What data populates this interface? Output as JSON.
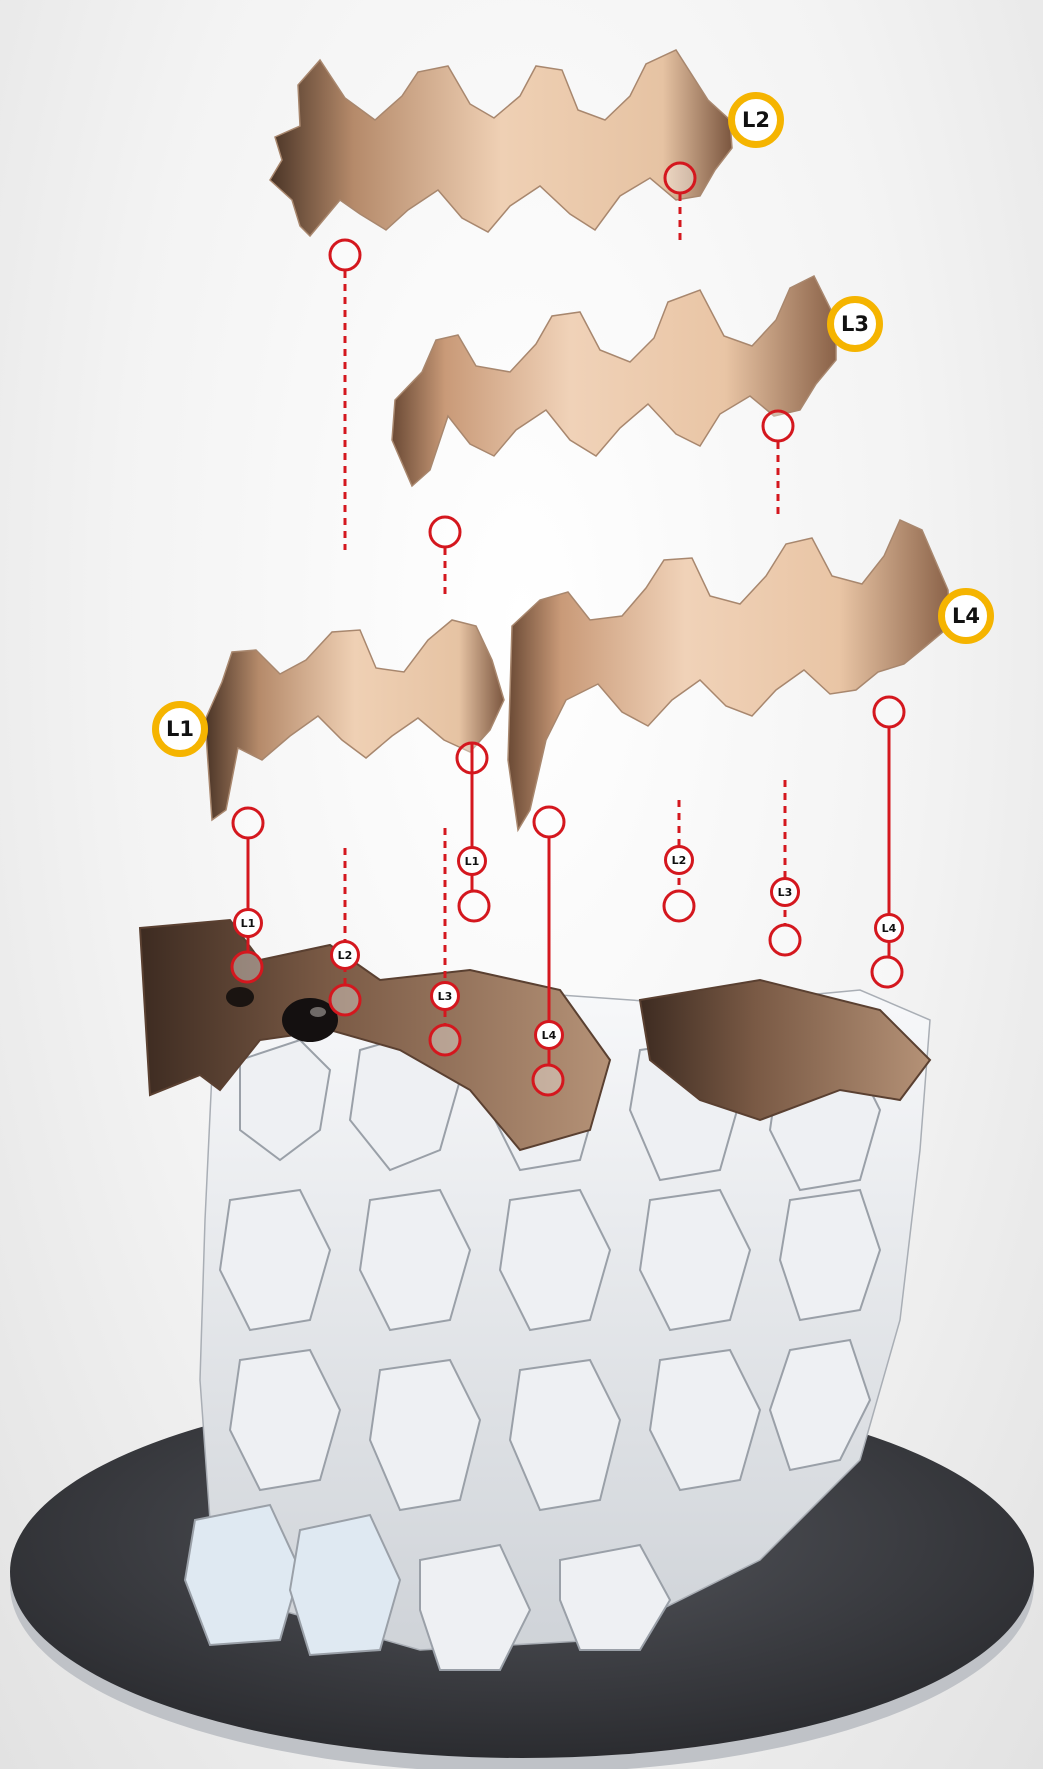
{
  "colors": {
    "connector": "#d4171e",
    "layer_ring": "#f5b400",
    "fur_light": "#e8c2a2",
    "fur_dark": "#5c4030",
    "white_piece": "#e9ebee",
    "base_plate": "#3a3b40"
  },
  "layers": [
    {
      "id": "l1",
      "label": "L1"
    },
    {
      "id": "l2",
      "label": "L2"
    },
    {
      "id": "l3",
      "label": "L3"
    },
    {
      "id": "l4",
      "label": "L4"
    }
  ],
  "connectors": [
    {
      "id": "c-l1-a",
      "label": "L1"
    },
    {
      "id": "c-l2-a",
      "label": "L2"
    },
    {
      "id": "c-l1-b",
      "label": "L1"
    },
    {
      "id": "c-l3-a",
      "label": "L3"
    },
    {
      "id": "c-l4-a",
      "label": "L4"
    },
    {
      "id": "c-l2-b",
      "label": "L2"
    },
    {
      "id": "c-l3-b",
      "label": "L3"
    },
    {
      "id": "c-l4-b",
      "label": "L4"
    }
  ],
  "icons": {
    "sculpture": "raccoon-puzzle-sculpture-icon",
    "base": "round-base-plate-icon"
  }
}
